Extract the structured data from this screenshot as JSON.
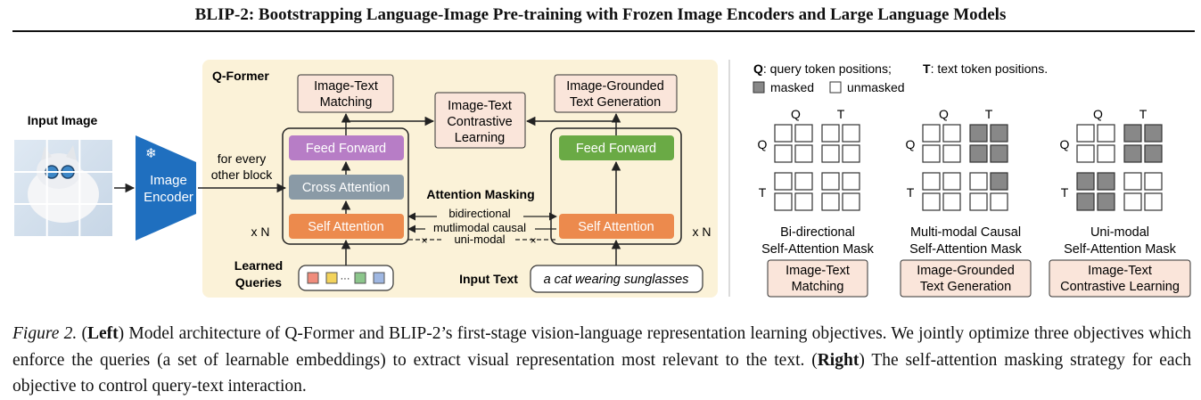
{
  "header": {
    "title": "BLIP-2: Bootstrapping Language-Image Pre-training with Frozen Image Encoders and Large Language Models"
  },
  "figure": {
    "input_image_label": "Input Image",
    "image_encoder": [
      "Image",
      "Encoder"
    ],
    "snowflake_icon": "❄",
    "for_every": [
      "for every",
      "other block"
    ],
    "qformer_label": "Q-Former",
    "left_stack": {
      "feed_forward": "Feed Forward",
      "cross_attention": "Cross Attention",
      "self_attention": "Self Attention",
      "repeat": "x N"
    },
    "right_stack": {
      "feed_forward": "Feed Forward",
      "self_attention": "Self Attention",
      "repeat": "x N"
    },
    "objectives_top": {
      "itm": [
        "Image-Text",
        "Matching"
      ],
      "itc": [
        "Image-Text",
        "Contrastive",
        "Learning"
      ],
      "itg": [
        "Image-Grounded",
        "Text Generation"
      ]
    },
    "attention_masking": {
      "title": "Attention Masking",
      "bidirectional": "bidirectional",
      "causal": "mutlimodal causal",
      "unimodal": "uni-modal"
    },
    "learned_queries": [
      "Learned",
      "Queries"
    ],
    "query_dots": "···",
    "query_token_colors": [
      "#f08c7c",
      "#f3d35c",
      "#8cc68c",
      "#9fb7e2"
    ],
    "input_text_label": "Input Text",
    "input_text_value": "a cat wearing sunglasses",
    "colors": {
      "qformer_bg": "#fbf2d8",
      "feed_forward_left": "#b77dc6",
      "feed_forward_right": "#6aaa45",
      "cross_attention": "#8a9aa6",
      "self_attention": "#ec8a4d",
      "objective_box": "#fae5da",
      "image_encoder": "#1f6fbf",
      "masked": "#888888"
    }
  },
  "masks": {
    "legend_q_key": "Q",
    "legend_q_text": ": query token positions;",
    "legend_t_key": "T",
    "legend_t_text": ": text token positions.",
    "legend_masked": "masked",
    "legend_unmasked": "unmasked",
    "axis_q": "Q",
    "axis_t": "T",
    "panels": [
      {
        "title": [
          "Bi-directional",
          "Self-Attention Mask"
        ],
        "objective": [
          "Image-Text",
          "Matching"
        ],
        "grid": [
          [
            0,
            0,
            0,
            0
          ],
          [
            0,
            0,
            0,
            0
          ],
          [
            0,
            0,
            0,
            0
          ],
          [
            0,
            0,
            0,
            0
          ]
        ]
      },
      {
        "title": [
          "Multi-modal Causal",
          "Self-Attention Mask"
        ],
        "objective": [
          "Image-Grounded",
          "Text Generation"
        ],
        "grid": [
          [
            0,
            0,
            1,
            1
          ],
          [
            0,
            0,
            1,
            1
          ],
          [
            0,
            0,
            0,
            1
          ],
          [
            0,
            0,
            0,
            0
          ]
        ]
      },
      {
        "title": [
          "Uni-modal",
          "Self-Attention Mask"
        ],
        "objective": [
          "Image-Text",
          "Contrastive Learning"
        ],
        "grid": [
          [
            0,
            0,
            1,
            1
          ],
          [
            0,
            0,
            1,
            1
          ],
          [
            1,
            1,
            0,
            0
          ],
          [
            1,
            1,
            0,
            0
          ]
        ]
      }
    ]
  },
  "caption": {
    "figure_label": "Figure 2.",
    "left_open": "(",
    "left_word": "Left",
    "left_close": ")",
    "left_text": "Model architecture of Q-Former and BLIP-2’s first-stage vision-language representation learning objectives. We jointly optimize three objectives which enforce the queries (a set of learnable embeddings) to extract visual representation most relevant to the text.",
    "right_open": "(",
    "right_word": "Right",
    "right_close": ")",
    "right_text": "The self-attention masking strategy for each objective to control query-text interaction."
  }
}
